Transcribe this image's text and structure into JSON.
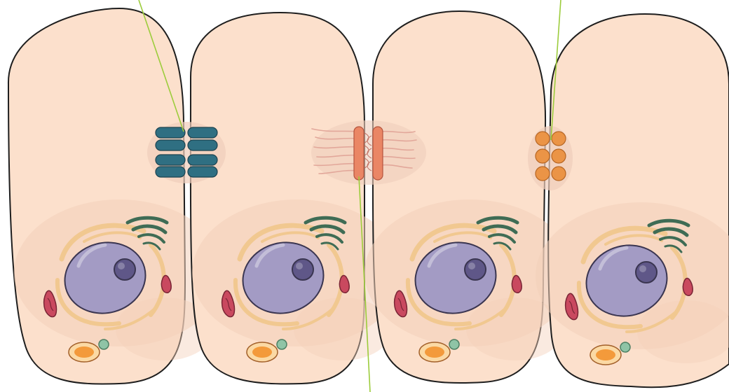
{
  "colors": {
    "background": "#ffffff",
    "cell_fill": "#fce0cc",
    "cell_stroke": "#1e1e1e",
    "cytoplasm_patch": "#f3d0ba",
    "junction_halo": "#efcdbb",
    "nucleus_fill": "#a39bc4",
    "nucleus_stroke": "#3a3550",
    "nucleolus_fill": "#5f5788",
    "er_fill": "#f1c890",
    "er_stroke": "#a07c3f",
    "golgi_fill": "#3f6c55",
    "mitochondrion_fill": "#c9495f",
    "vesicle_fill": "#f39a3b",
    "small_vesicle_fill": "#8fc4a6",
    "junction_teal": "#2f6f82",
    "junction_salmon": "#ea8665",
    "junction_orange": "#eb9446",
    "pointer_line": "#9ccc3c"
  },
  "diagram": {
    "cell_count": 4,
    "organelles": [
      "nucleus",
      "nucleolus",
      "rough-endoplasmic-reticulum",
      "golgi-apparatus",
      "mitochondrion",
      "vesicle"
    ],
    "junctions": [
      "tight-junction",
      "desmosome",
      "gap-junction"
    ],
    "pointer_lines": 3
  }
}
